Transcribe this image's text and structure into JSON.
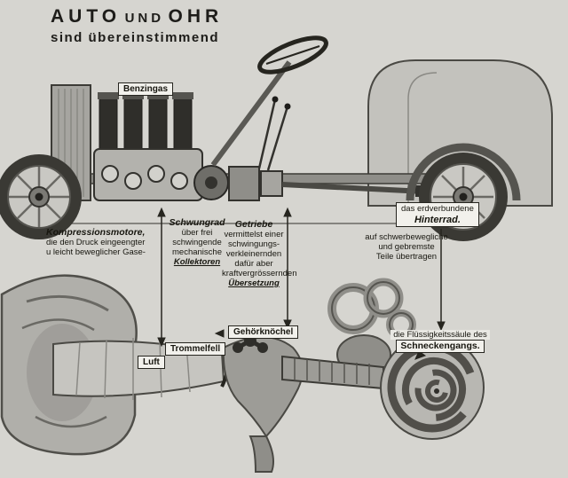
{
  "title": {
    "word1": "AUTO",
    "word2": "UND",
    "word3": "OHR",
    "subtitle": "sind übereinstimmend"
  },
  "engine_label": "Benzingas",
  "compression_note": {
    "heading": "Kompressionsmotore,",
    "lines": [
      "die den Druck eingeengter",
      "u leicht beweglicher Gase-"
    ]
  },
  "flywheel_note": {
    "heading": "Schwungrad",
    "lines": [
      "über frei",
      "schwingende",
      "mechanische"
    ],
    "emphasis": "Kollektoren"
  },
  "gear_note": {
    "heading": "Getriebe",
    "lines": [
      "vermittelst einer",
      "schwingungs-",
      "verkleinernden",
      "dafür aber",
      "kraftvergrössernden"
    ],
    "emphasis": "Übersetzung"
  },
  "rear_wheel_note": {
    "line1": "das erdverbundene",
    "line2": "Hinterrad."
  },
  "transfer_note": {
    "lines": [
      "auf schwerbewegliche",
      "und gebremste",
      "Teile übertragen"
    ]
  },
  "ear_labels": {
    "ossicles": "Gehörknöchel",
    "eardrum": "Trommelfell",
    "air": "Luft",
    "cochlea_line1": "die Flüssigkeitssäule des",
    "cochlea_line2": "Schneckengangs."
  },
  "colors": {
    "background": "#d6d5d0",
    "ink": "#26251f",
    "label_paper": "#f2f1ec"
  }
}
